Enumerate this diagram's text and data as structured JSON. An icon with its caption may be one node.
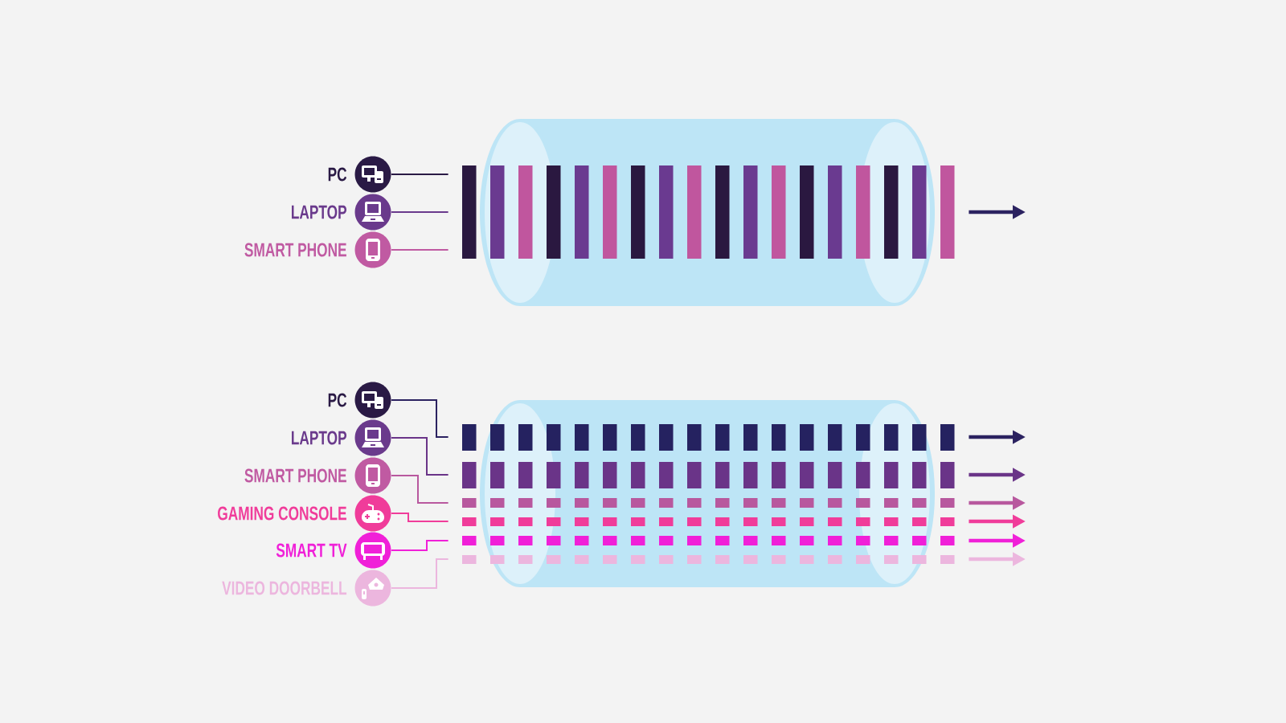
{
  "diagram": {
    "nodes": [
      {
        "text": [
          "PC"
        ]
      },
      {
        "text": [
          "LAPTOP"
        ]
      },
      {
        "text": [
          "SMART PHONE"
        ]
      },
      {
        "text": [],
        "shape": "cylinder"
      },
      {
        "text": [
          "PC"
        ]
      },
      {
        "text": [
          "LAPTOP"
        ]
      },
      {
        "text": [
          "SMART PHONE"
        ]
      },
      {
        "text": [
          "GAMING CONSOLE"
        ]
      },
      {
        "text": [
          "SMART TV"
        ]
      },
      {
        "text": [
          "VIDEO DOORBELL"
        ]
      },
      {
        "text": [],
        "shape": "cylinder"
      }
    ],
    "edges": [
      {
        "from": 0,
        "to": 3,
        "arrow": "none",
        "color": "#2a1a45"
      },
      {
        "from": 1,
        "to": 3,
        "arrow": "none",
        "color": "#6a3a8c"
      },
      {
        "from": 2,
        "to": 3,
        "arrow": "none",
        "color": "#c05aa2"
      },
      {
        "from": 3,
        "to": null,
        "arrow": "to",
        "style": "thick",
        "color": "#2b2260"
      },
      {
        "from": 4,
        "to": 10,
        "arrow": "none",
        "color": "#2b2260"
      },
      {
        "from": 5,
        "to": 10,
        "arrow": "none",
        "color": "#6a3488"
      },
      {
        "from": 6,
        "to": 10,
        "arrow": "none",
        "color": "#b8589e"
      },
      {
        "from": 7,
        "to": 10,
        "arrow": "none",
        "color": "#f03c9a"
      },
      {
        "from": 8,
        "to": 10,
        "arrow": "none",
        "color": "#f020d8"
      },
      {
        "from": 9,
        "to": 10,
        "arrow": "none",
        "color": "#ecb6de"
      },
      {
        "from": 10,
        "to": null,
        "arrow": "to",
        "style": "thick",
        "color": "#2b2260"
      },
      {
        "from": 10,
        "to": null,
        "arrow": "to",
        "style": "thick",
        "color": "#6a3488"
      },
      {
        "from": 10,
        "to": null,
        "arrow": "to",
        "style": "thick",
        "color": "#b8589e"
      },
      {
        "from": 10,
        "to": null,
        "arrow": "to",
        "style": "thick",
        "color": "#f03c9a"
      },
      {
        "from": 10,
        "to": null,
        "arrow": "to",
        "style": "thick",
        "color": "#f020d8"
      },
      {
        "from": 10,
        "to": null,
        "arrow": "to",
        "style": "thick",
        "color": "#ecb6de"
      }
    ]
  }
}
